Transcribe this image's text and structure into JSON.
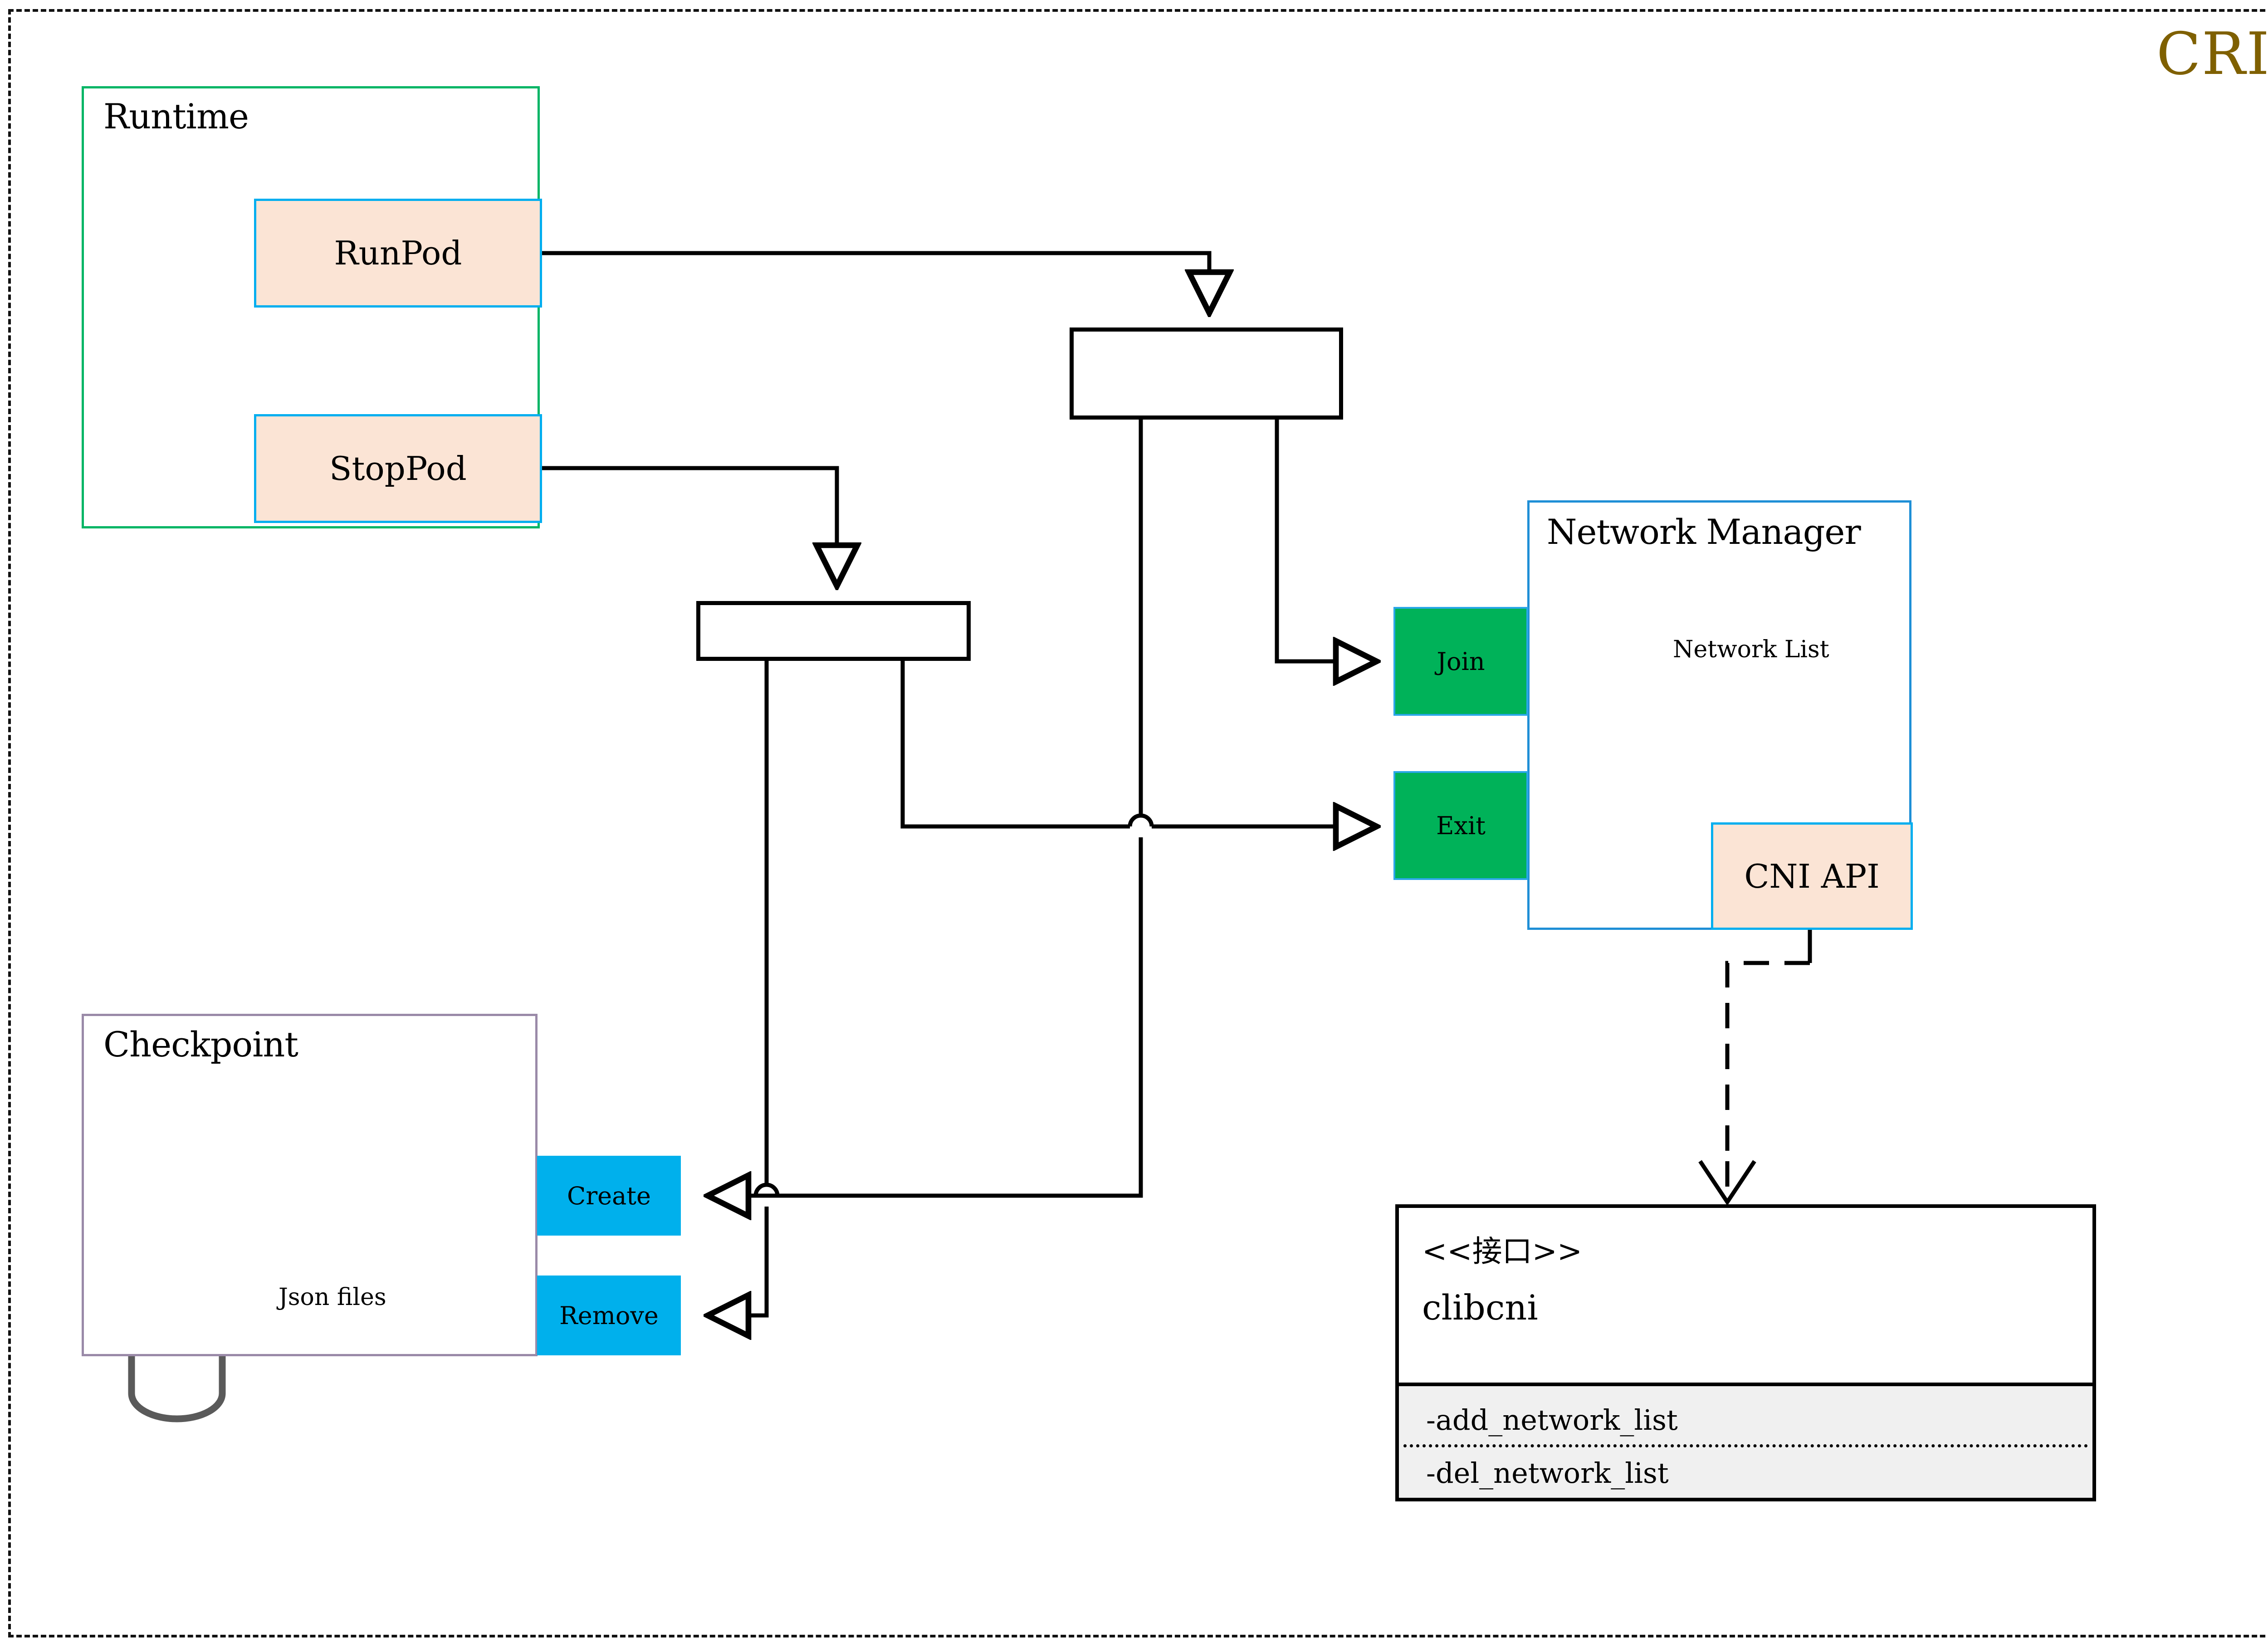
{
  "diagram": {
    "title": "CRI",
    "title_color": "#7f6000",
    "canvas_border": "dashed-black"
  },
  "runtime": {
    "title": "Runtime",
    "border_color": "#00b565",
    "nodes": [
      {
        "label": "RunPod",
        "fill": "#fbe4d5",
        "border": "#00aeef"
      },
      {
        "label": "StopPod",
        "fill": "#fbe4d5",
        "border": "#00aeef"
      }
    ]
  },
  "checkpoint": {
    "title": "Checkpoint",
    "border_color": "#9a8aa8",
    "store_label": "Json files",
    "nodes": [
      {
        "label": "Create",
        "fill": "#00b0ec"
      },
      {
        "label": "Remove",
        "fill": "#00b0ec"
      }
    ]
  },
  "network_manager": {
    "title": "Network Manager",
    "border_color": "#1f8fd6",
    "store_label": "Network List",
    "ports": [
      {
        "label": "Join",
        "fill": "#00b259",
        "border": "#2aa7e8"
      },
      {
        "label": "Exit",
        "fill": "#00b259",
        "border": "#2aa7e8"
      }
    ],
    "api_node": {
      "label": "CNI API",
      "fill": "#fbe4d5",
      "border": "#00aeef"
    }
  },
  "interface": {
    "stereotype": "<<接口>>",
    "name": "clibcni",
    "operations": [
      "-add_network_list",
      "-del_network_list"
    ]
  },
  "connectors": {
    "fork_bar_top": "",
    "fork_bar_bottom": ""
  }
}
